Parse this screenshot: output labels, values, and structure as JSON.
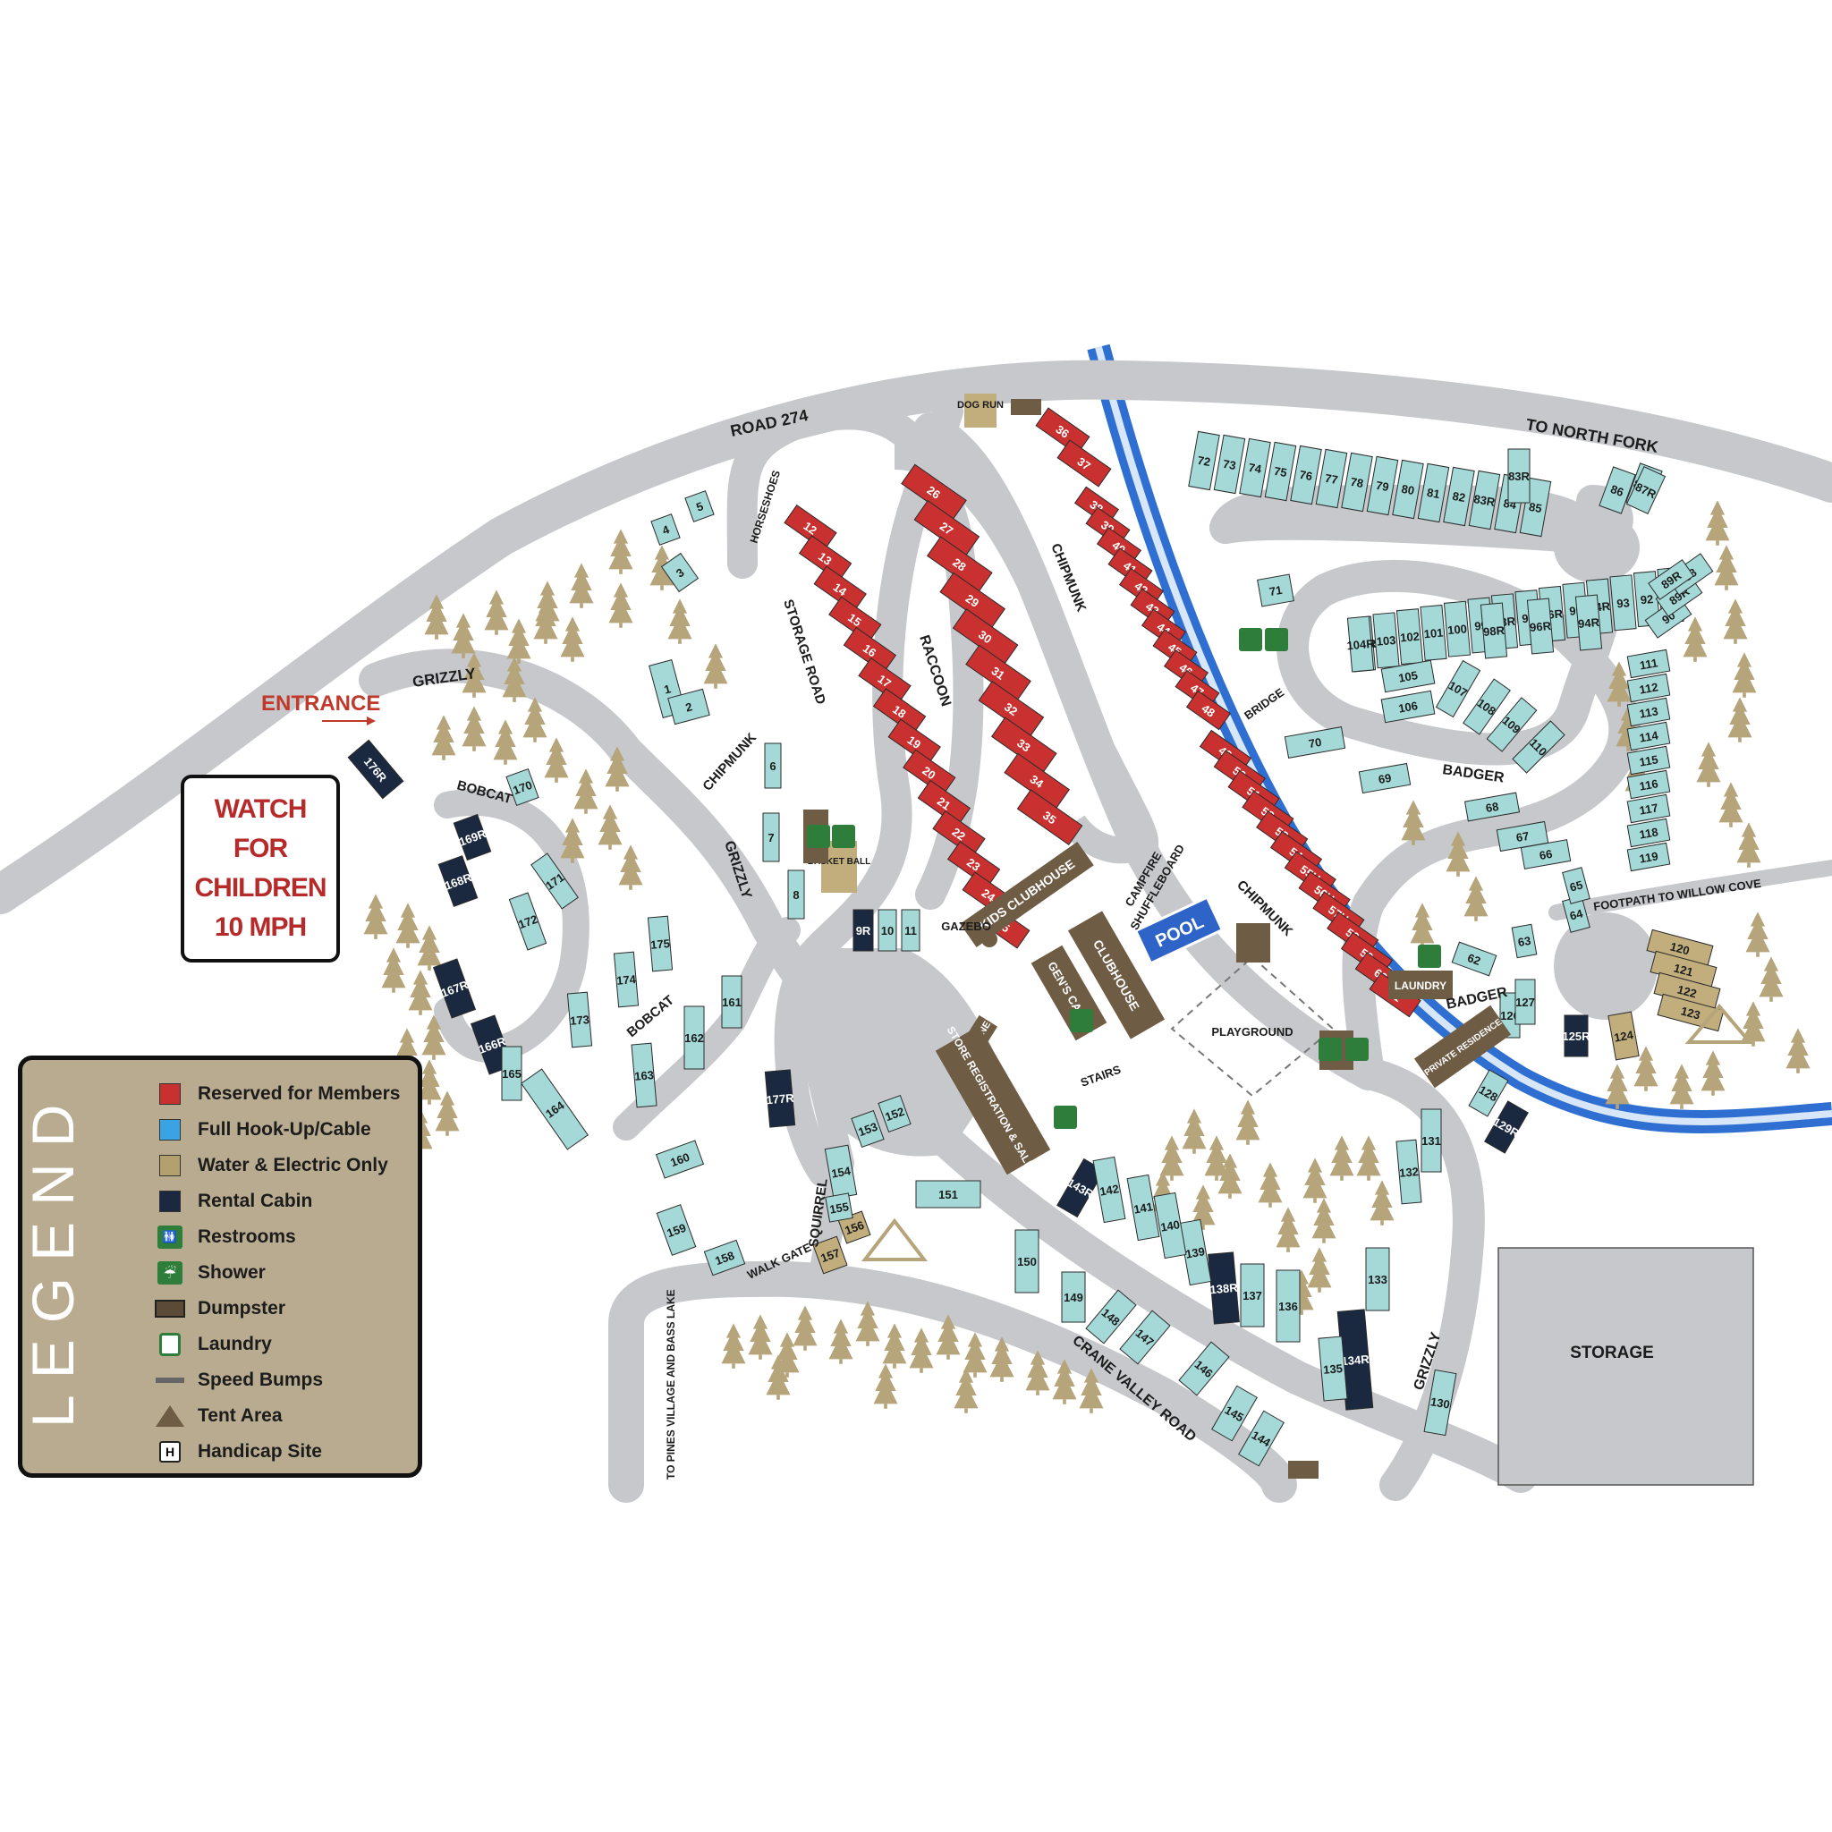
{
  "roads": {
    "road_274": "ROAD 274",
    "to_north_fork": "TO NORTH FORK",
    "grizzly_top": "GRIZZLY",
    "grizzly_mid": "GRIZZLY",
    "grizzly_right": "GRIZZLY",
    "bobcat_top": "BOBCAT",
    "bobcat_bottom": "BOBCAT",
    "chipmunk_left": "CHIPMUNK",
    "chipmunk_top": "CHIPMUNK",
    "chipmunk_right": "CHIPMUNK",
    "storage_road": "STORAGE ROAD",
    "raccoon": "RACCOON",
    "horseshoes": "HORSESHOES",
    "squirrel": "SQUIRREL",
    "badger_upper": "BADGER",
    "badger_lower": "BADGER",
    "crane_valley_road": "CRANE VALLEY ROAD",
    "footpath": "FOOTPATH TO WILLOW COVE",
    "to_pines": "TO PINES VILLAGE AND BASS LAKE",
    "walk_gate": "WALK GATE",
    "creek": "CREEK",
    "bridge": "BRIDGE",
    "stairs": "STAIRS",
    "campfire": "CAMPFIRE",
    "shuffleboard": "SHUFFLEBOARD",
    "gazebo": "GAZEBO"
  },
  "entrance": "ENTRANCE",
  "facilities": {
    "dog_run": "DOG RUN",
    "basketball": "BASKET BALL",
    "kids_clubhouse": "KIDS CLUBHOUSE",
    "gens_cafe": "GEN'S CAFE",
    "clubhouse": "CLUBHOUSE",
    "pool": "POOL",
    "playground": "PLAYGROUND",
    "propane": "PROPANE",
    "store": "STORE REGISTRATION & SALES",
    "laundry": "LAUNDRY",
    "private_residence": "PRIVATE RESIDENCE",
    "storage": "STORAGE"
  },
  "watch_sign": [
    "WATCH",
    "FOR",
    "CHILDREN",
    "10 MPH"
  ],
  "legend": {
    "title": "LEGEND",
    "items": [
      {
        "label": "Reserved for Members",
        "kind": "swatch",
        "color": "#c8312f"
      },
      {
        "label": "Full Hook-Up/Cable",
        "kind": "swatch",
        "color": "#3aa3e3"
      },
      {
        "label": "Water & Electric Only",
        "kind": "swatch",
        "color": "#b2a06f"
      },
      {
        "label": "Rental Cabin",
        "kind": "swatch",
        "color": "#1b2940"
      },
      {
        "label": "Restrooms",
        "kind": "restroom-icon"
      },
      {
        "label": "Shower",
        "kind": "shower-icon"
      },
      {
        "label": "Dumpster",
        "kind": "dumpster-icon"
      },
      {
        "label": "Laundry",
        "kind": "laundry-icon"
      },
      {
        "label": "Speed Bumps",
        "kind": "speedbump-icon"
      },
      {
        "label": "Tent Area",
        "kind": "tent-icon"
      },
      {
        "label": "Handicap Site",
        "kind": "handicap-icon",
        "glyph": "H"
      }
    ]
  },
  "colors": {
    "road": "#c6c8cb",
    "site_blue": "#a4d9d8",
    "reserved": "#c8312f",
    "water_electric": "#c1ae7c",
    "cabin": "#1b2940",
    "creek": "#2e6fd1",
    "building": "#6e5c45",
    "tree": "#b6a47a"
  },
  "sites": {
    "reserved_raccoon_left": [
      "12",
      "13",
      "14",
      "15",
      "16",
      "17",
      "18",
      "19",
      "20",
      "21",
      "22",
      "23",
      "24",
      "25"
    ],
    "reserved_raccoon_right": [
      "26",
      "27",
      "28",
      "29",
      "30",
      "31",
      "32",
      "33",
      "34",
      "35"
    ],
    "reserved_chipmunk": [
      "36",
      "37",
      "38",
      "39",
      "40",
      "41",
      "42",
      "43",
      "44",
      "45",
      "46",
      "47",
      "48",
      "49",
      "50",
      "51",
      "52",
      "53",
      "54",
      "55H",
      "56H",
      "57H",
      "58",
      "59",
      "60",
      "61"
    ],
    "north_row": [
      "72",
      "73",
      "74",
      "75",
      "76",
      "77",
      "78",
      "79",
      "80",
      "81",
      "82",
      "83R",
      "84",
      "85",
      "86",
      "87R"
    ],
    "badger_row": [
      "104R",
      "103",
      "102",
      "101",
      "100",
      "99",
      "98R",
      "97",
      "96R",
      "95",
      "94R",
      "93",
      "92",
      "91",
      "90",
      "89R",
      "88"
    ],
    "east_column": [
      "111",
      "112",
      "113",
      "114",
      "115",
      "116",
      "117",
      "118",
      "119"
    ],
    "water_electric": [
      "120",
      "121",
      "122",
      "123",
      "124",
      "156",
      "157"
    ],
    "cabins": [
      "176R",
      "169R",
      "168R",
      "167R",
      "166R",
      "177R",
      "9R",
      "143R",
      "138R",
      "134R",
      "129R",
      "125R"
    ],
    "misc": [
      "1",
      "2",
      "3",
      "4",
      "5",
      "6",
      "7",
      "8",
      "10",
      "11",
      "62",
      "63",
      "64",
      "65",
      "66",
      "67",
      "68",
      "69",
      "70",
      "71",
      "105",
      "106",
      "107",
      "108",
      "109",
      "110",
      "126",
      "127",
      "128",
      "130",
      "131",
      "132",
      "133",
      "135",
      "136",
      "137",
      "139",
      "140",
      "141",
      "142",
      "144",
      "145",
      "146",
      "147",
      "148",
      "149",
      "150",
      "151",
      "152",
      "153",
      "154",
      "155",
      "158",
      "159",
      "160",
      "161",
      "162",
      "163",
      "164",
      "165",
      "170",
      "171",
      "172",
      "173",
      "174",
      "175"
    ]
  }
}
